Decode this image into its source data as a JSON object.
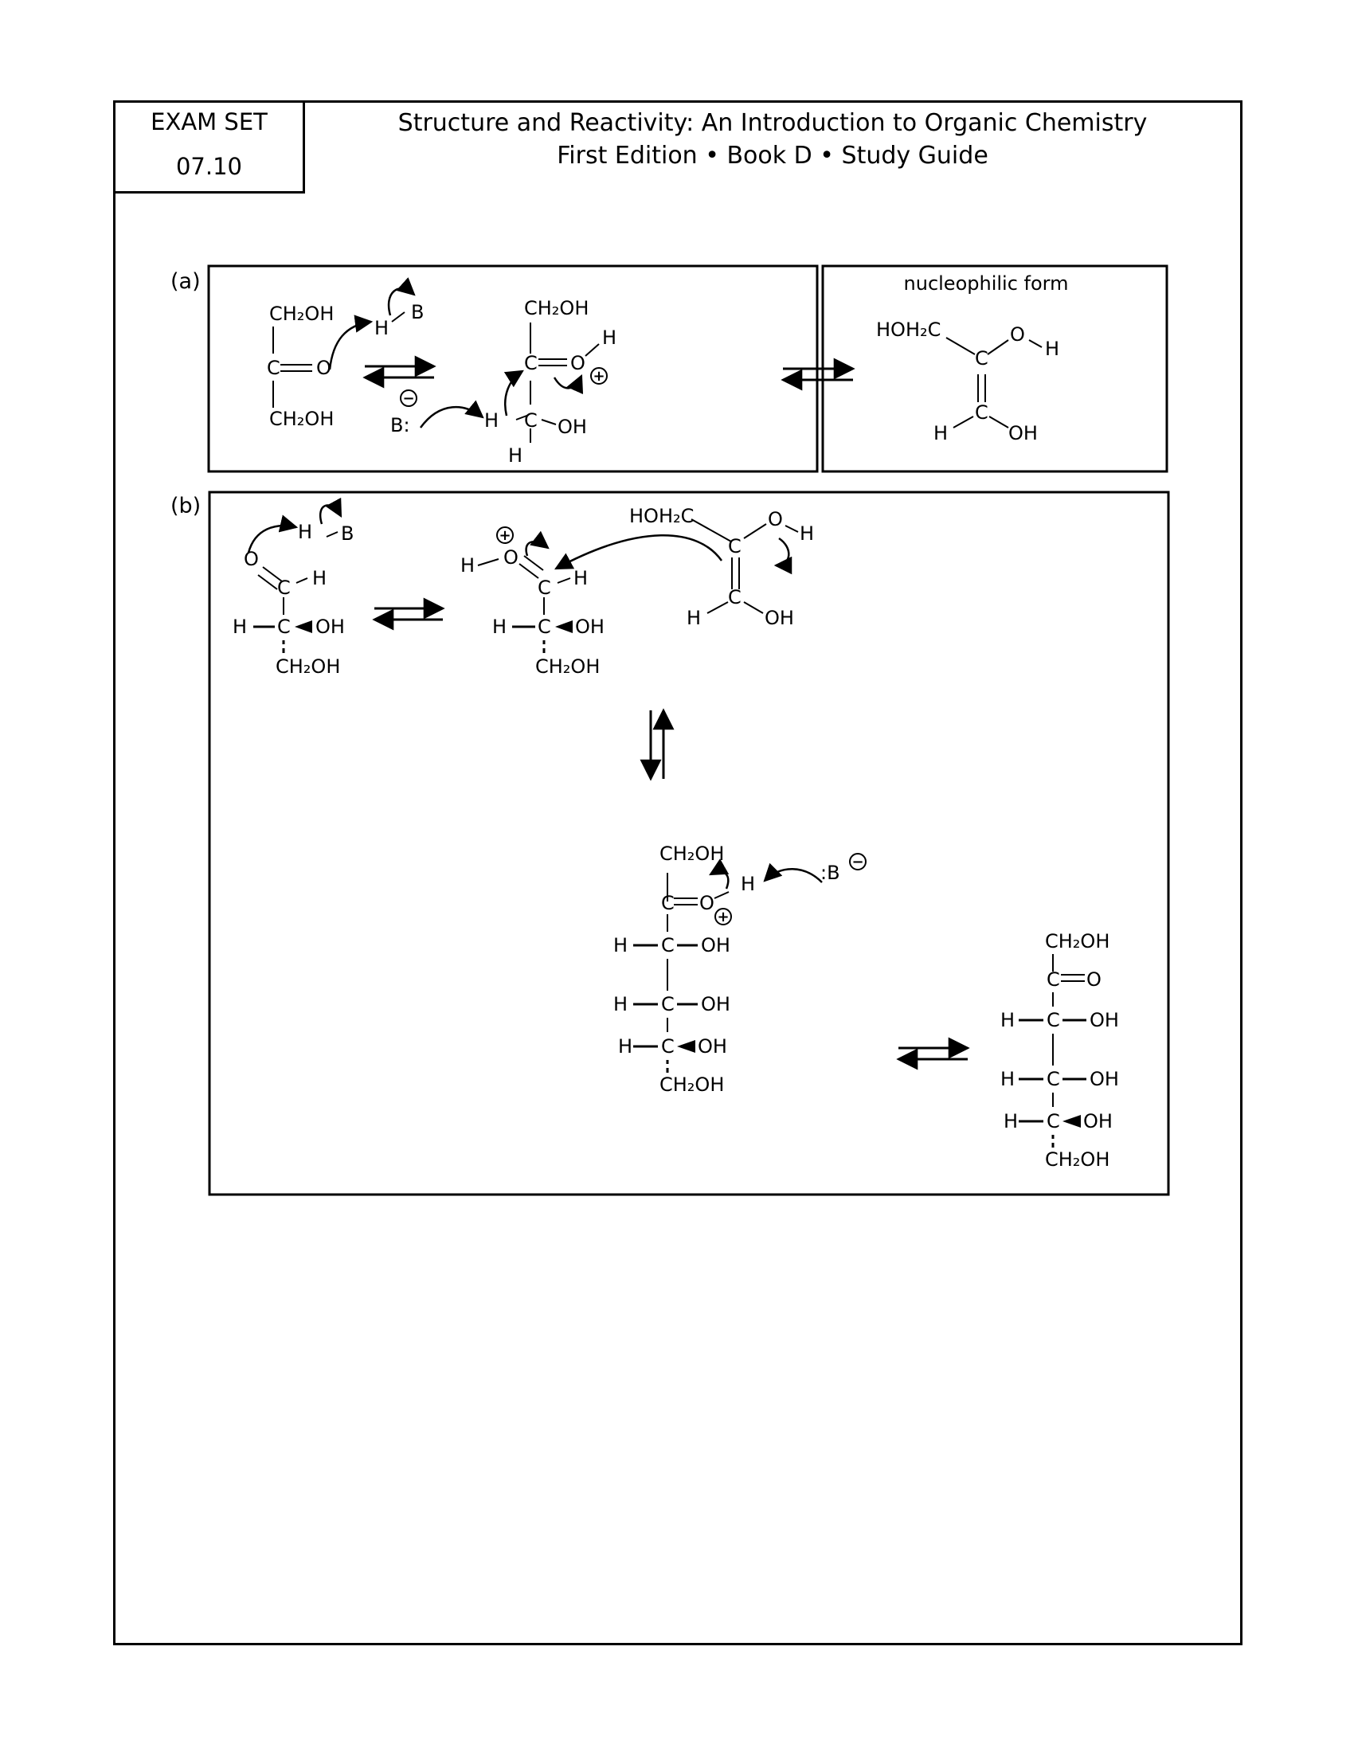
{
  "exam_set": {
    "line1": "EXAM SET",
    "line2": "07.10"
  },
  "header": {
    "line1": "Structure and Reactivity: An Introduction to Organic Chemistry",
    "line2": "First Edition • Book D • Study Guide"
  },
  "part_a": {
    "label": "(a)",
    "caption": "nucleophilic form",
    "text": {
      "ch2oh": "CH₂OH",
      "hoh2c": "HOH₂C",
      "c": "C",
      "o": "O",
      "h": "H",
      "b": "B",
      "b_colon": "B:",
      "oh": "OH"
    }
  },
  "part_b": {
    "label": "(b)",
    "text": {
      "ch2oh": "CH₂OH",
      "hoh2c": "HOH₂C",
      "c": "C",
      "o": "O",
      "h": "H",
      "b": "B",
      "colon_b": ":B",
      "oh": "OH"
    }
  },
  "charges": {
    "plus": "+",
    "minus": "−"
  }
}
